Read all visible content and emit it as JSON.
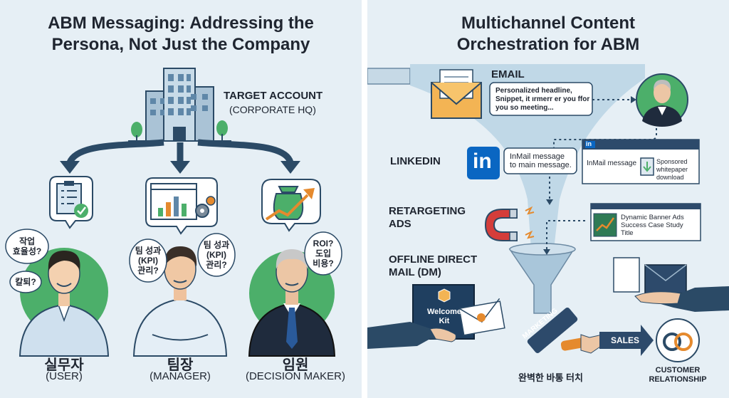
{
  "left": {
    "title_line1": "ABM Messaging: Addressing the",
    "title_line2": "Persona, Not Just the Company",
    "target_label": "TARGET ACCOUNT",
    "target_sub": "(CORPORATE HQ)",
    "personas": [
      {
        "name": "실무자",
        "role": "(USER)",
        "bubble_main": [
          "작업",
          "효율성?"
        ],
        "bubble_small": [
          "칼퇴?"
        ]
      },
      {
        "name": "팀장",
        "role": "(MANAGER)",
        "bubble_left": [
          "팀 성과",
          "(KPI)",
          "관리?"
        ],
        "bubble_right": [
          "팀 성과",
          "(KPI)",
          "관리?"
        ]
      },
      {
        "name": "임원",
        "role": "(DECISION MAKER)",
        "bubble_main": [
          "ROI?",
          "도입",
          "비용?"
        ]
      }
    ],
    "icons": [
      "checklist-icon",
      "dashboard-icon",
      "money-growth-icon"
    ]
  },
  "right": {
    "title_line1": "Multichannel Content",
    "title_line2": "Orchestration for ABM",
    "channels": {
      "email": {
        "label": "EMAIL",
        "card": [
          "Personalized headline,",
          "Snippet, it ırmerr er you ffor",
          "you so meeting..."
        ]
      },
      "linkedin": {
        "label": "LINKEDIN",
        "logo": "in",
        "bubble": [
          "InMail message",
          "to main message."
        ],
        "card_logo": "in",
        "card_text": "InMail message",
        "card_download": [
          "Sponsored",
          "whitepaper",
          "download"
        ]
      },
      "retargeting": {
        "label_line1": "RETARGETING",
        "label_line2": "ADS",
        "banner": [
          "Dynamic Banner Ads",
          "Success Case Study",
          "Title"
        ]
      },
      "dm": {
        "label_line1": "OFFLINE DIRECT",
        "label_line2": "MAIL (DM)",
        "kit_line1": "Welcome",
        "kit_line2": "Kit"
      }
    },
    "handoff": {
      "marketing": "MARKETING",
      "sales": "SALES",
      "caption": "완벽한 바통 터치",
      "relationship_line1": "CUSTOMER",
      "relationship_line2": "RELATIONSHIP"
    }
  },
  "colors": {
    "panel_bg": "#e6eff5",
    "navy": "#2b4a66",
    "green": "#4caf6a",
    "linkedin_blue": "#0a66c2",
    "orange": "#e58a2e",
    "funnel": "#b9d3e4"
  }
}
